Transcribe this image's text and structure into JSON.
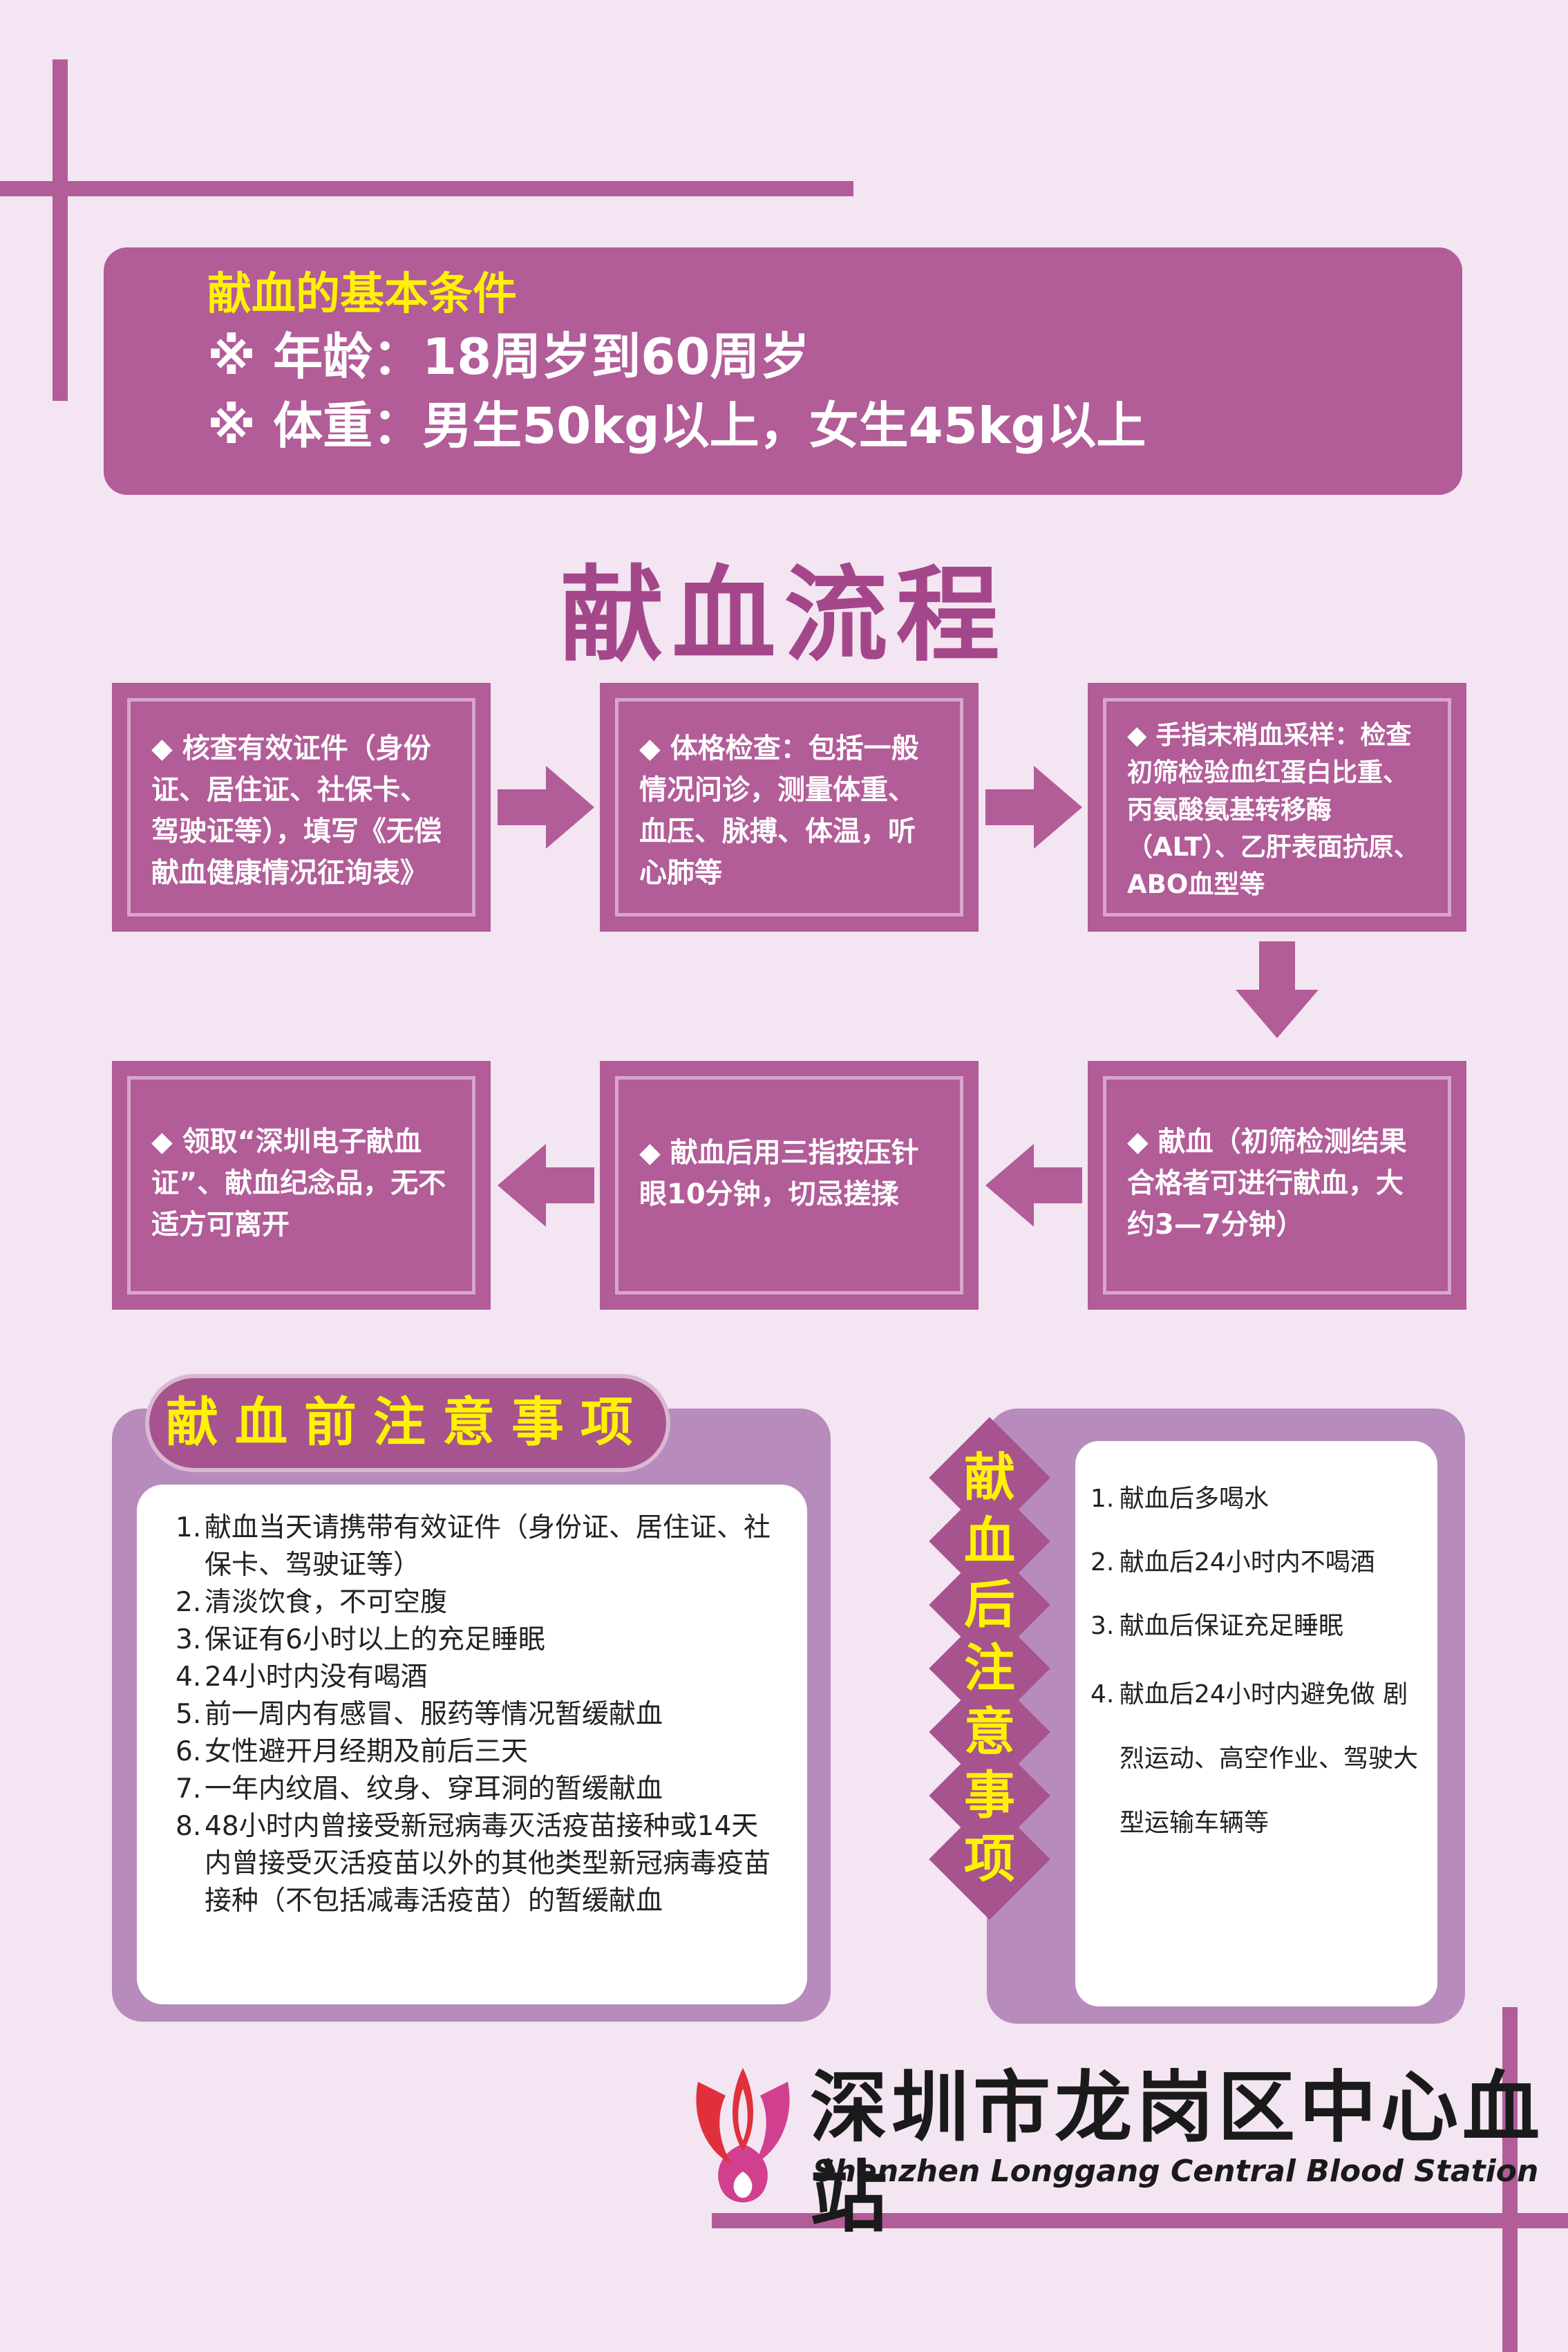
{
  "conditions": {
    "title": "献血的基本条件",
    "age": "※ 年龄：18周岁到60周岁",
    "weight": "※ 体重：男生50kg以上，女生45kg以上"
  },
  "flow": {
    "title": "献血流程",
    "steps": [
      "◆ 核查有效证件（身份证、居住证、社保卡、驾驶证等），填写《无偿献血健康情况征询表》",
      "◆ 体格检查：包括一般情况问诊，测量体重、血压、脉搏、体温，听心肺等",
      "◆ 手指末梢血采样：检查初筛检验血红蛋白比重、丙氨酸氨基转移酶（ALT）、乙肝表面抗原、ABO血型等",
      "◆ 献血（初筛检测结果合格者可进行献血，大约3—7分钟）",
      "◆ 献血后用三指按压针眼10分钟，切忌搓揉",
      "◆ 领取“深圳电子献血证”、献血纪念品，无不适方可离开"
    ]
  },
  "before": {
    "title": "献血前注意事项",
    "items": [
      {
        "n": "1.",
        "text": "献血当天请携带有效证件（身份证、居住证、社保卡、驾驶证等）"
      },
      {
        "n": "2.",
        "text": "清淡饮食，不可空腹"
      },
      {
        "n": "3.",
        "text": "保证有6小时以上的充足睡眠"
      },
      {
        "n": "4.",
        "text": "24小时内没有喝酒"
      },
      {
        "n": "5.",
        "text": "前一周内有感冒、服药等情况暂缓献血"
      },
      {
        "n": "6.",
        "text": "女性避开月经期及前后三天"
      },
      {
        "n": "7.",
        "text": "一年内纹眉、纹身、穿耳洞的暂缓献血"
      },
      {
        "n": "8.",
        "text": "48小时内曾接受新冠病毒灭活疫苗接种或14天内曾接受灭活疫苗以外的其他类型新冠病毒疫苗接种（不包括减毒活疫苗）的暂缓献血"
      }
    ]
  },
  "after": {
    "title_chars": [
      "献",
      "血",
      "后",
      "注",
      "意",
      "事",
      "项"
    ],
    "items": [
      {
        "n": "1.",
        "text": "献血后多喝水"
      },
      {
        "n": "2.",
        "text": "献血后24小时内不喝酒"
      },
      {
        "n": "3.",
        "text": "献血后保证充足睡眠"
      },
      {
        "n": "4.",
        "text": "献血后24小时内避免做 剧烈运动、高空作业、驾驶大型运输车辆等"
      }
    ]
  },
  "logo": {
    "name_zh": "深圳市龙岗区中心血站",
    "name_en": "Shenzhen Longgang Central Blood Station"
  },
  "colors": {
    "background": "#f3e5f2",
    "primary": "#b25c98",
    "accent_yellow": "#fff200",
    "logo_red": "#e0303c",
    "logo_pink": "#d13f8f"
  }
}
